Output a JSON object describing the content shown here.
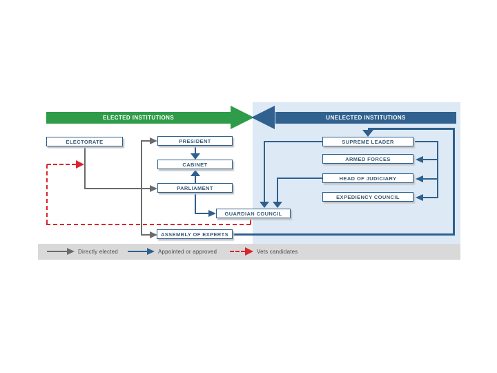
{
  "banners": {
    "elected": {
      "label": "ELECTED INSTITUTIONS",
      "color": "#2e9c48"
    },
    "unelected": {
      "label": "UNELECTED INSTITUTIONS",
      "color": "#31618f"
    }
  },
  "boxes": {
    "electorate": {
      "label": "ELECTORATE"
    },
    "president": {
      "label": "PRESIDENT"
    },
    "cabinet": {
      "label": "CABINET"
    },
    "parliament": {
      "label": "PARLIAMENT"
    },
    "guardian_council": {
      "label": "GUARDIAN COUNCIL"
    },
    "assembly_of_experts": {
      "label": "ASSEMBLY OF EXPERTS"
    },
    "supreme_leader": {
      "label": "SUPREME LEADER"
    },
    "armed_forces": {
      "label": "ARMED FORCES"
    },
    "head_of_judiciary": {
      "label": "HEAD OF JUDICIARY"
    },
    "expediency_council": {
      "label": "EXPEDIENCY COUNCIL"
    }
  },
  "legend": {
    "items": [
      {
        "label": "Directly elected",
        "arrow_color": "#6a6b6e",
        "style": "solid"
      },
      {
        "label": "Appointed or approved",
        "arrow_color": "#2e608e",
        "style": "solid"
      },
      {
        "label": "Vets candidates",
        "arrow_color": "#d8262c",
        "style": "dashed"
      }
    ]
  },
  "relationships": [
    {
      "from": "Electorate",
      "to": "President",
      "type": "directly-elected"
    },
    {
      "from": "Electorate",
      "to": "Parliament",
      "type": "directly-elected"
    },
    {
      "from": "Electorate",
      "to": "Assembly of Experts",
      "type": "directly-elected"
    },
    {
      "from": "President",
      "to": "Cabinet",
      "type": "appointed-or-approved"
    },
    {
      "from": "Parliament",
      "to": "Cabinet",
      "type": "appointed-or-approved"
    },
    {
      "from": "Parliament",
      "to": "Guardian Council",
      "type": "appointed-or-approved"
    },
    {
      "from": "Supreme Leader",
      "to": "Guardian Council",
      "type": "appointed-or-approved"
    },
    {
      "from": "Head of Judiciary",
      "to": "Guardian Council",
      "type": "appointed-or-approved"
    },
    {
      "from": "Supreme Leader",
      "to": "Armed Forces",
      "type": "appointed-or-approved"
    },
    {
      "from": "Supreme Leader",
      "to": "Head of Judiciary",
      "type": "appointed-or-approved"
    },
    {
      "from": "Supreme Leader",
      "to": "Expediency Council",
      "type": "appointed-or-approved"
    },
    {
      "from": "Assembly of Experts",
      "to": "Supreme Leader",
      "type": "appointed-or-approved"
    },
    {
      "from": "Guardian Council",
      "to": "Electorate",
      "type": "vets-candidates"
    }
  ],
  "colors": {
    "elected_green": "#2e9c48",
    "unelected_blue": "#31618f",
    "panel_light_blue": "#dde9f5",
    "directly_elected_gray": "#6a6b6e",
    "appointed_blue": "#2e608e",
    "vets_red": "#d8262c",
    "legend_bar_gray": "#d9d9d9",
    "box_border_blue": "#2c5f8c",
    "box_text": "#3d5b75"
  }
}
